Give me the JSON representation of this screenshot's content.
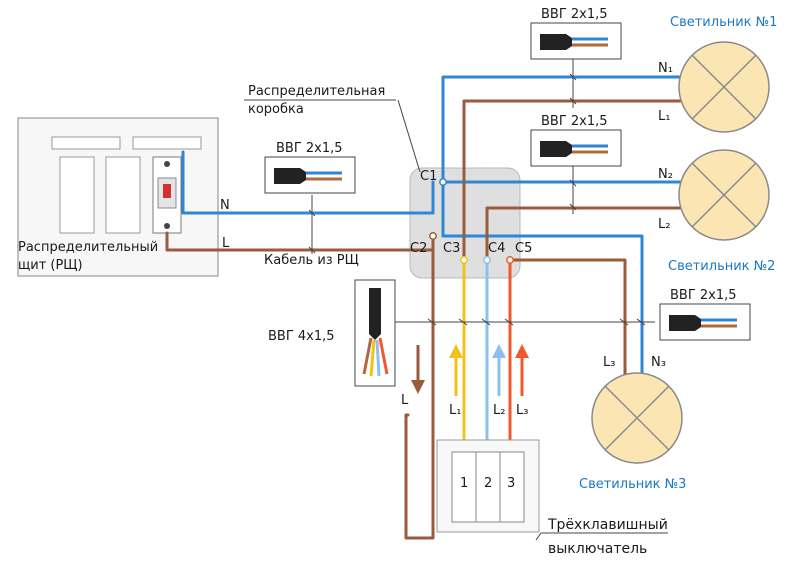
{
  "labels": {
    "panel_line1": "Распределительный",
    "panel_line2": "щит (РЩ)",
    "box_line1": "Распределительная",
    "box_line2": "коробка",
    "feed_cable": "Кабель из РЩ",
    "cable_top1": "ВВГ 2х1,5",
    "cable_top2": "ВВГ 2х1,5",
    "cable_lamp3": "ВВГ 2х1,5",
    "cable_feed": "ВВГ 2х1,5",
    "cable_switch": "ВВГ 4х1,5",
    "switch_line1": "Трёхклавишный",
    "switch_line2": "выключатель",
    "N": "N",
    "L": "L"
  },
  "lamps": [
    {
      "title": "Светильник №1",
      "neutral": "N₁",
      "phase": "L₁"
    },
    {
      "title": "Светильник №2",
      "neutral": "N₂",
      "phase": "L₂"
    },
    {
      "title": "Светильник №3",
      "neutral": "N₃",
      "phase": "L₃"
    }
  ],
  "junction_points": {
    "c1": "C1",
    "c2": "C2",
    "c3": "C3",
    "c4": "C4",
    "c5": "C5"
  },
  "switch": {
    "key1": "1",
    "key2": "2",
    "key3": "3"
  },
  "switch_wires": {
    "return_label": "L",
    "l1": "L₁",
    "l2": "L₂",
    "l3": "L₃"
  },
  "colors": {
    "neutral": "#2f86d6",
    "phase": "#9a5a3c",
    "l1_wire": "#f2c21a",
    "l2_wire": "#8cc0ef",
    "l3_wire": "#ee5a2e",
    "lamp_fill": "#fbe6b3",
    "text_blue": "#1c78c4"
  }
}
